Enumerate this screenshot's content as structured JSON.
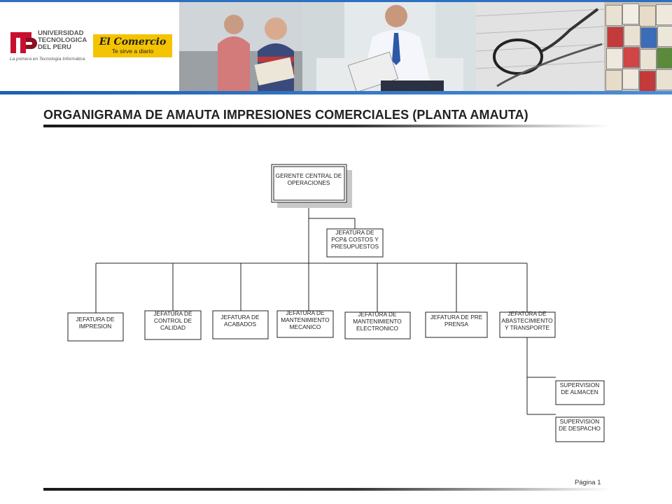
{
  "header": {
    "university": {
      "name_lines": [
        "UNIVERSIDAD",
        "TECNOLOGICA",
        "DEL PERU"
      ],
      "tagline": "La primera en Tecnología Informática",
      "logo_icon": "utp-logo-icon"
    },
    "partner": {
      "name": "El Comercio",
      "tagline": "Te sirve a diario"
    },
    "colors": {
      "accent": "#2f6fc0",
      "partner_bg": "#f4c400"
    }
  },
  "page_title": "ORGANIGRAMA DE AMAUTA IMPRESIONES COMERCIALES (PLANTA AMAUTA)",
  "footer": {
    "page_label": "Página 1"
  },
  "org_chart": {
    "root": {
      "label_lines": [
        "GERENTE CENTRAL DE",
        "OPERACIONES"
      ]
    },
    "staff": {
      "label_lines": [
        "JEFATURA DE",
        "PCP& COSTOS Y",
        "PRESUPUESTOS"
      ]
    },
    "departments": [
      {
        "label_lines": [
          "JEFATURA DE",
          "IMPRESION"
        ]
      },
      {
        "label_lines": [
          "JEFATURA DE",
          "CONTROL DE",
          "CALIDAD"
        ]
      },
      {
        "label_lines": [
          "JEFATURA DE",
          "ACABADOS"
        ]
      },
      {
        "label_lines": [
          "JEFATURA DE",
          "MANTENIMIENTO",
          "MECANICO"
        ]
      },
      {
        "label_lines": [
          "JEFATURA DE",
          "MANTENIMIENTO",
          "ELECTRONICO"
        ]
      },
      {
        "label_lines": [
          "JEFATURA DE PRE",
          "PRENSA"
        ]
      },
      {
        "label_lines": [
          "JEFATURA DE",
          "ABASTECIMIENTO",
          "Y TRANSPORTE"
        ]
      }
    ],
    "supervisions": [
      {
        "label_lines": [
          "SUPERVISION",
          "DE ALMACEN"
        ]
      },
      {
        "label_lines": [
          "SUPERVISION",
          "DE DESPACHO"
        ]
      }
    ]
  }
}
